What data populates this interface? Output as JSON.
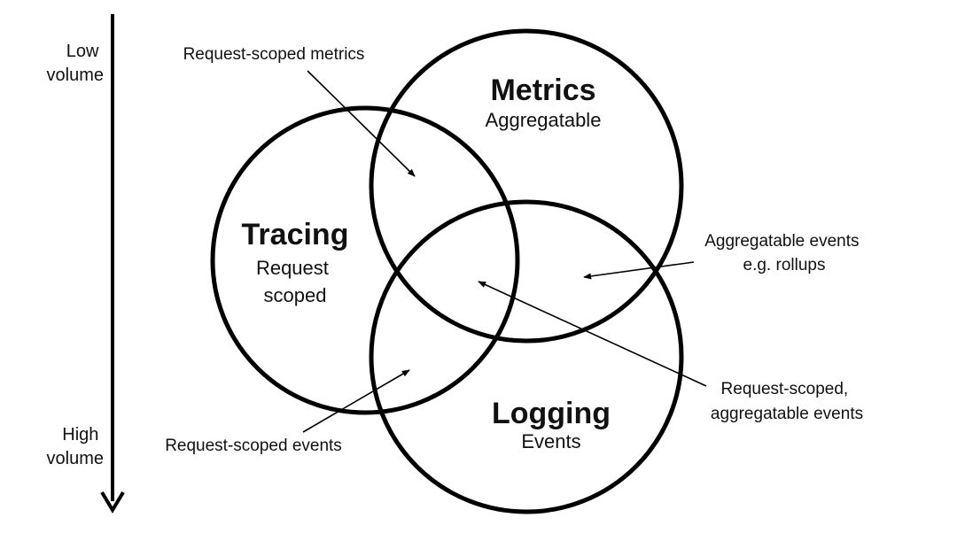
{
  "axis": {
    "top_label": [
      "Low",
      "volume"
    ],
    "bottom_label": [
      "High",
      "volume"
    ]
  },
  "circles": {
    "metrics": {
      "title": "Metrics",
      "subtitle": [
        "Aggregatable"
      ]
    },
    "tracing": {
      "title": "Tracing",
      "subtitle": [
        "Request",
        "scoped"
      ]
    },
    "logging": {
      "title": "Logging",
      "subtitle": [
        "Events"
      ]
    }
  },
  "annotations": {
    "request_scoped_metrics": [
      "Request-scoped metrics"
    ],
    "aggregatable_events": [
      "Aggregatable events",
      "e.g. rollups"
    ],
    "request_scoped_aggregatable": [
      "Request-scoped,",
      "aggregatable events"
    ],
    "request_scoped_events": [
      "Request-scoped events"
    ]
  },
  "colors": {
    "stroke": "#000000",
    "text": "#111111",
    "background": "#ffffff"
  }
}
